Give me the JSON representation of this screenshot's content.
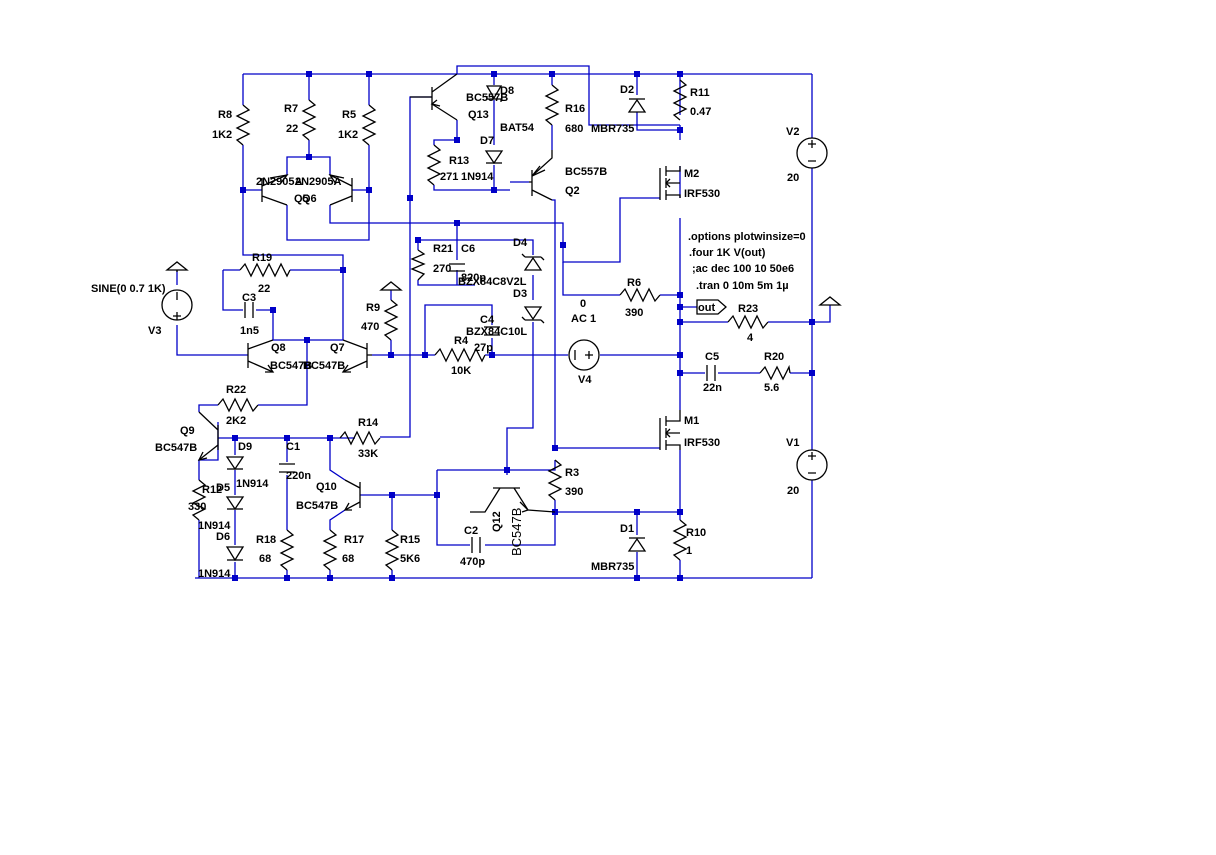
{
  "labels": {
    "R8": "R8",
    "R8v": "1K2",
    "R7": "R7",
    "R7v": "22",
    "R5": "R5",
    "R5v": "1K2",
    "Q13": "Q13",
    "Q13t": "BC557B",
    "D8": "D8",
    "D8t": "BAT54",
    "D7": "D7",
    "D7t": "1N914",
    "R16": "R16",
    "R16v": "680",
    "D2": "D2",
    "D2t": "MBR735",
    "R11": "R11",
    "R11v": "0.47",
    "V2": "V2",
    "V2v": "20",
    "R13": "R13",
    "R13v": "271",
    "Q2": "Q2",
    "Q2t": "BC557B",
    "M2": "M2",
    "M2t": "IRF530",
    "Q5t": "2N2905A",
    "Q6t": "2N2905A",
    "Q5": "Q5",
    "Q6": "Q6",
    "R21": "R21",
    "R21v": "270",
    "C6": "C6",
    "C6v": "820p",
    "D4": "D4",
    "D4t": "BZX84C8V2L",
    "D3": "D3",
    "D3t": "BZX84C10L",
    "R19": "R19",
    "R19v": "22",
    "SINE": "SINE(0 0.7 1K)",
    "V3": "V3",
    "C3": "C3",
    "C3v": "1n5",
    "R9": "R9",
    "R9v": "470",
    "C4": "C4",
    "C4v": "27p",
    "R4": "R4",
    "R4v": "10K",
    "V4": "V4",
    "V4v0": "0",
    "V4v": "AC 1",
    "R6": "R6",
    "R6v": "390",
    "out": "out",
    "R23": "R23",
    "R23v": "4",
    "Q8": "Q8",
    "Q8t": "BC547B",
    "Q7": "Q7",
    "Q7t": "BC547B",
    "R22": "R22",
    "R22v": "2K2",
    "C5": "C5",
    "C5v": "22n",
    "R20": "R20",
    "R20v": "5.6",
    "Q9": "Q9",
    "Q9t": "BC547B",
    "D9": "D9",
    "D9t": "1N914",
    "C1": "C1",
    "C1v": "220n",
    "R14": "R14",
    "R14v": "33K",
    "M1": "M1",
    "M1t": "IRF530",
    "V1": "V1",
    "V1v": "20",
    "R12": "R12",
    "R12v": "330",
    "D5": "D5",
    "D5t": "1N914",
    "Q10": "Q10",
    "Q10t": "BC547B",
    "R3": "R3",
    "R3v": "390",
    "Q12": "Q12",
    "Q12t": "BC547B",
    "D6": "D6",
    "D6t": "1N914",
    "R18": "R18",
    "R18v": "68",
    "R17": "R17",
    "R17v": "68",
    "R15": "R15",
    "R15v": "5K6",
    "C2": "C2",
    "C2v": "470p",
    "D1": "D1",
    "D1t": "MBR735",
    "R10": "R10",
    "R10v": "1"
  },
  "directives": [
    ".options plotwinsize=0",
    ".four 1K V(out)",
    ";ac dec 100 10 50e6",
    ".tran 0 10m 5m 1µ"
  ]
}
